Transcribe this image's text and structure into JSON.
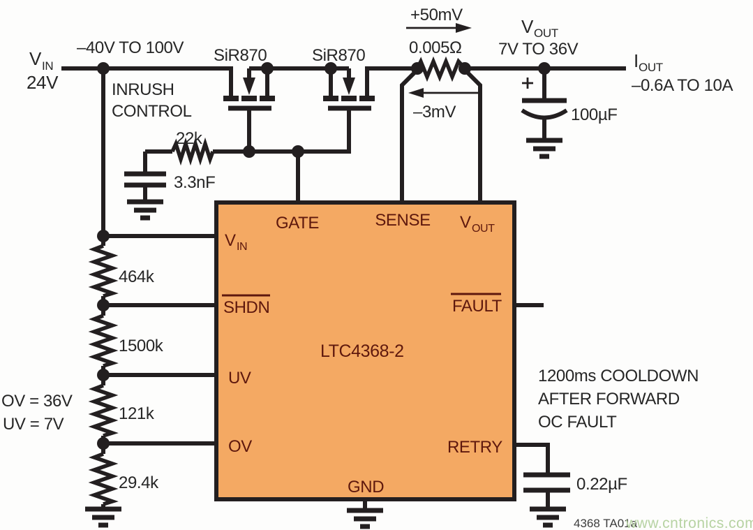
{
  "colors": {
    "wire": "#231f20",
    "text": "#262626",
    "ic_fill": "#f4a963",
    "ic_text": "#5e180d",
    "watermark_green": "#b7d3a3"
  },
  "source": {
    "vin_sym": "V",
    "vin_sub": "IN",
    "vin_value": "24V",
    "vin_range": "–40V TO 100V",
    "inrush_line1": "INRUSH",
    "inrush_line2": "CONTROL"
  },
  "fets": {
    "fet1_label": "SiR870",
    "fet2_label": "SiR870"
  },
  "gate_net": {
    "resistor": "22k",
    "capacitor": "3.3nF"
  },
  "sense": {
    "forward_drop": "+50mV",
    "resistor": "0.005Ω",
    "reverse_drop": "–3mV"
  },
  "output": {
    "vout_sym": "V",
    "vout_sub": "OUT",
    "vout_range": "7V TO 36V",
    "iout_sym": "I",
    "iout_sub": "OUT",
    "iout_range": "–0.6A TO 10A",
    "capacitor": "100µF"
  },
  "divider": {
    "r_top": "464k",
    "r_mid1": "1500k",
    "r_mid2": "121k",
    "r_bottom": "29.4k",
    "ov_setting": "OV = 36V",
    "uv_setting": "UV = 7V"
  },
  "ic": {
    "part_number": "LTC4368-2",
    "pin_vin_sym": "V",
    "pin_vin_sub": "IN",
    "pin_gate": "GATE",
    "pin_sense": "SENSE",
    "pin_vout_sym": "V",
    "pin_vout_sub": "OUT",
    "pin_shdn": "SHDN",
    "pin_uv": "UV",
    "pin_ov": "OV",
    "pin_fault": "FAULT",
    "pin_retry": "RETRY",
    "pin_gnd": "GND"
  },
  "retry_net": {
    "capacitor": "0.22µF"
  },
  "note": {
    "line1": "1200ms COOLDOWN",
    "line2": "AFTER FORWARD",
    "line3": "OC FAULT"
  },
  "footer": {
    "figure_id": "4368 TA01a",
    "watermark": "www.cntronics.com"
  }
}
